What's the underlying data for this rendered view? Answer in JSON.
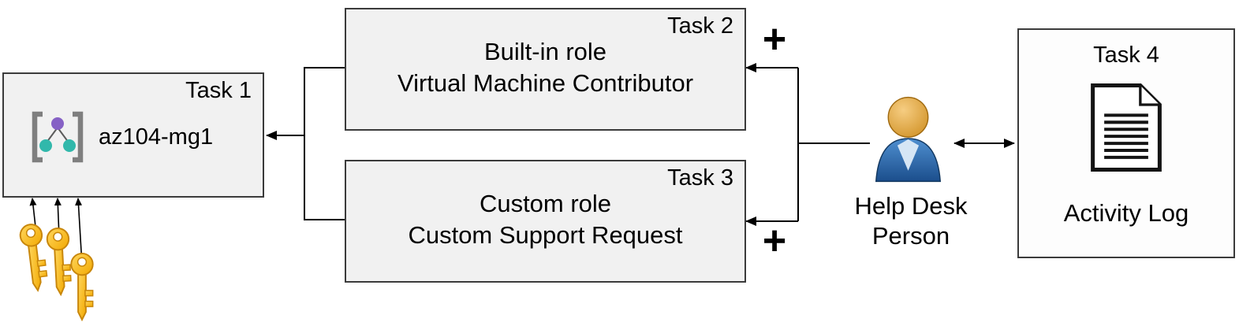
{
  "tasks": {
    "task1": {
      "badge": "Task 1",
      "title": "az104-mg1"
    },
    "task2": {
      "badge": "Task 2",
      "line1": "Built-in role",
      "line2": "Virtual Machine Contributor"
    },
    "task3": {
      "badge": "Task 3",
      "line1": "Custom role",
      "line2": "Custom Support Request"
    },
    "task4": {
      "badge": "Task 4",
      "caption": "Activity Log"
    }
  },
  "person": {
    "line1": "Help Desk",
    "line2": "Person"
  },
  "symbols": {
    "plus_top": "+",
    "plus_bottom": "+"
  },
  "icons": {
    "task1": "management-group-icon",
    "keys": "key-icon",
    "person": "person-icon",
    "task4": "document-icon"
  },
  "colors": {
    "box_fill": "#f1f1f1",
    "box_border": "#3b3b3b",
    "connector": "#000000",
    "key_gold": "#ffc000",
    "key_outline": "#c8860a",
    "person_body_blue": "#2e75b6",
    "person_head_tan": "#dd9933",
    "mg_bracket_gray": "#7f7f7f",
    "mg_top_purple": "#8661c5",
    "mg_bottom_teal": "#31b8ab"
  }
}
